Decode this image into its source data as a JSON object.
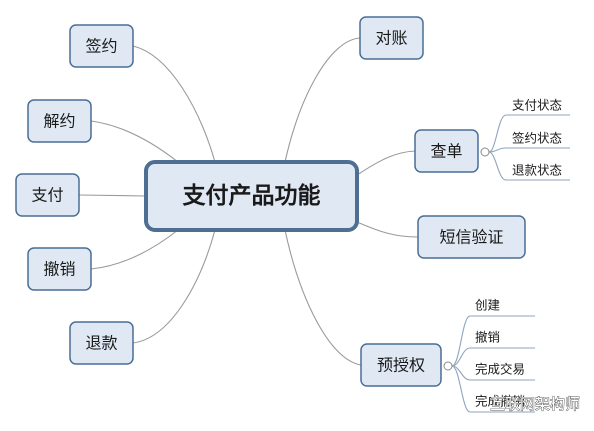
{
  "root": {
    "label": "支付产品功能"
  },
  "left_nodes": [
    {
      "id": "sign",
      "label": "签约"
    },
    {
      "id": "terminate",
      "label": "解约"
    },
    {
      "id": "pay",
      "label": "支付"
    },
    {
      "id": "revoke",
      "label": "撤销"
    },
    {
      "id": "refund",
      "label": "退款"
    }
  ],
  "right_nodes": [
    {
      "id": "reconcile",
      "label": "对账"
    },
    {
      "id": "query",
      "label": "查单",
      "children": [
        "支付状态",
        "签约状态",
        "退款状态"
      ]
    },
    {
      "id": "sms",
      "label": "短信验证"
    },
    {
      "id": "preauth",
      "label": "预授权",
      "children": [
        "创建",
        "撤销",
        "完成交易",
        "完成撤销"
      ]
    }
  ],
  "watermark": {
    "text": "互联网架构师"
  },
  "colors": {
    "node_fill": "#dfe8f3",
    "node_border": "#4a6e95",
    "root_border": "#4d6f93",
    "connector": "#9a9a9a",
    "leaf_underline": "#8fa4bd"
  }
}
